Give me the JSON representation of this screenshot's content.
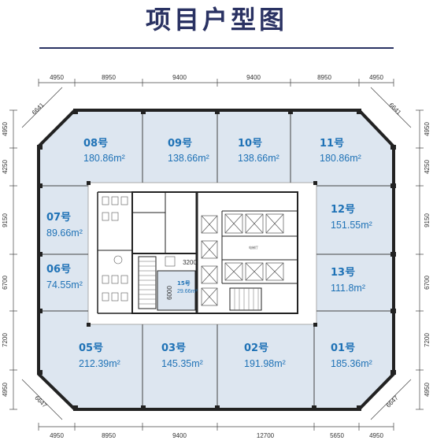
{
  "title": "项目户型图",
  "dimensions": {
    "top": [
      "4950",
      "8950",
      "9400",
      "9400",
      "8950",
      "4950"
    ],
    "bottom": [
      "4950",
      "8950",
      "9400",
      "12700",
      "5650",
      "4950"
    ],
    "left": [
      "4950",
      "4250",
      "9150",
      "6700",
      "7200",
      "4950"
    ],
    "right": [
      "4950",
      "4250",
      "9150",
      "6700",
      "7200",
      "4950"
    ],
    "diagonal_top_left": "6641",
    "diagonal_top_right": "6641",
    "diagonal_bottom_left": "6647",
    "diagonal_bottom_right": "6647",
    "core_width": "3200",
    "core_height": "6000"
  },
  "units": [
    {
      "name": "08号",
      "area": "180.86m²"
    },
    {
      "name": "09号",
      "area": "138.66m²"
    },
    {
      "name": "10号",
      "area": "138.66m²"
    },
    {
      "name": "11号",
      "area": "180.86m²"
    },
    {
      "name": "07号",
      "area": "89.66m²"
    },
    {
      "name": "12号",
      "area": "151.55m²"
    },
    {
      "name": "06号",
      "area": "74.55m²"
    },
    {
      "name": "13号",
      "area": "111.8m²"
    },
    {
      "name": "15号",
      "area": "29.66m²"
    },
    {
      "name": "05号",
      "area": "212.39m²"
    },
    {
      "name": "03号",
      "area": "145.35m²"
    },
    {
      "name": "02号",
      "area": "191.98m²"
    },
    {
      "name": "01号",
      "area": "185.36m²"
    }
  ],
  "colors": {
    "title": "#2a3263",
    "unit_fill": "#dde6f0",
    "unit_label": "#1f72b6",
    "wall": "#222222"
  }
}
